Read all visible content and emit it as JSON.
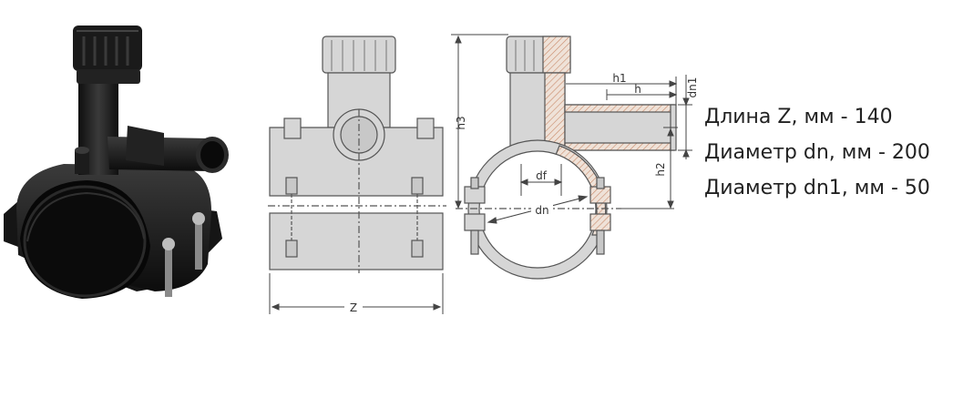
{
  "drawing_labels": {
    "z": "Z",
    "h3": "h3",
    "h1": "h1",
    "h": "h",
    "dn1": "dn1",
    "h2": "h2",
    "df": "df",
    "dn": "dn"
  },
  "specs": [
    {
      "text": "Длина Z, мм - 140"
    },
    {
      "text": "Диаметр dn, мм - 200"
    },
    {
      "text": "Диаметр dn1, мм - 50"
    }
  ],
  "colors": {
    "part_dark": "#1c1c1c",
    "drawing_fill": "#d6d6d6",
    "drawing_line": "#555555",
    "hatch": "#c98a6a"
  }
}
